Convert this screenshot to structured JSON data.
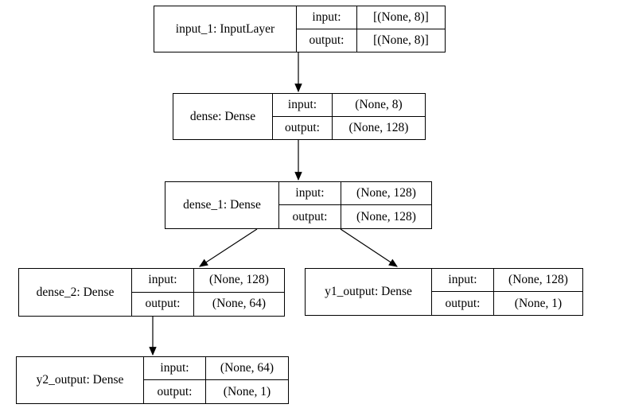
{
  "diagram": {
    "type": "keras-model-graph",
    "background_color": "#ffffff",
    "line_color": "#000000",
    "text_color": "#000000",
    "nodes": [
      {
        "id": "input_1",
        "name": "input_1: InputLayer",
        "input_label": "input:",
        "output_label": "output:",
        "input_value": "[(None, 8)]",
        "output_value": "[(None, 8)]"
      },
      {
        "id": "dense",
        "name": "dense: Dense",
        "input_label": "input:",
        "output_label": "output:",
        "input_value": "(None, 8)",
        "output_value": "(None, 128)"
      },
      {
        "id": "dense_1",
        "name": "dense_1: Dense",
        "input_label": "input:",
        "output_label": "output:",
        "input_value": "(None, 128)",
        "output_value": "(None, 128)"
      },
      {
        "id": "dense_2",
        "name": "dense_2: Dense",
        "input_label": "input:",
        "output_label": "output:",
        "input_value": "(None, 128)",
        "output_value": "(None, 64)"
      },
      {
        "id": "y1_output",
        "name": "y1_output: Dense",
        "input_label": "input:",
        "output_label": "output:",
        "input_value": "(None, 128)",
        "output_value": "(None, 1)"
      },
      {
        "id": "y2_output",
        "name": "y2_output: Dense",
        "input_label": "input:",
        "output_label": "output:",
        "input_value": "(None, 64)",
        "output_value": "(None, 1)"
      }
    ],
    "edges": [
      {
        "from": "input_1",
        "to": "dense"
      },
      {
        "from": "dense",
        "to": "dense_1"
      },
      {
        "from": "dense_1",
        "to": "dense_2"
      },
      {
        "from": "dense_1",
        "to": "y1_output"
      },
      {
        "from": "dense_2",
        "to": "y2_output"
      }
    ]
  }
}
